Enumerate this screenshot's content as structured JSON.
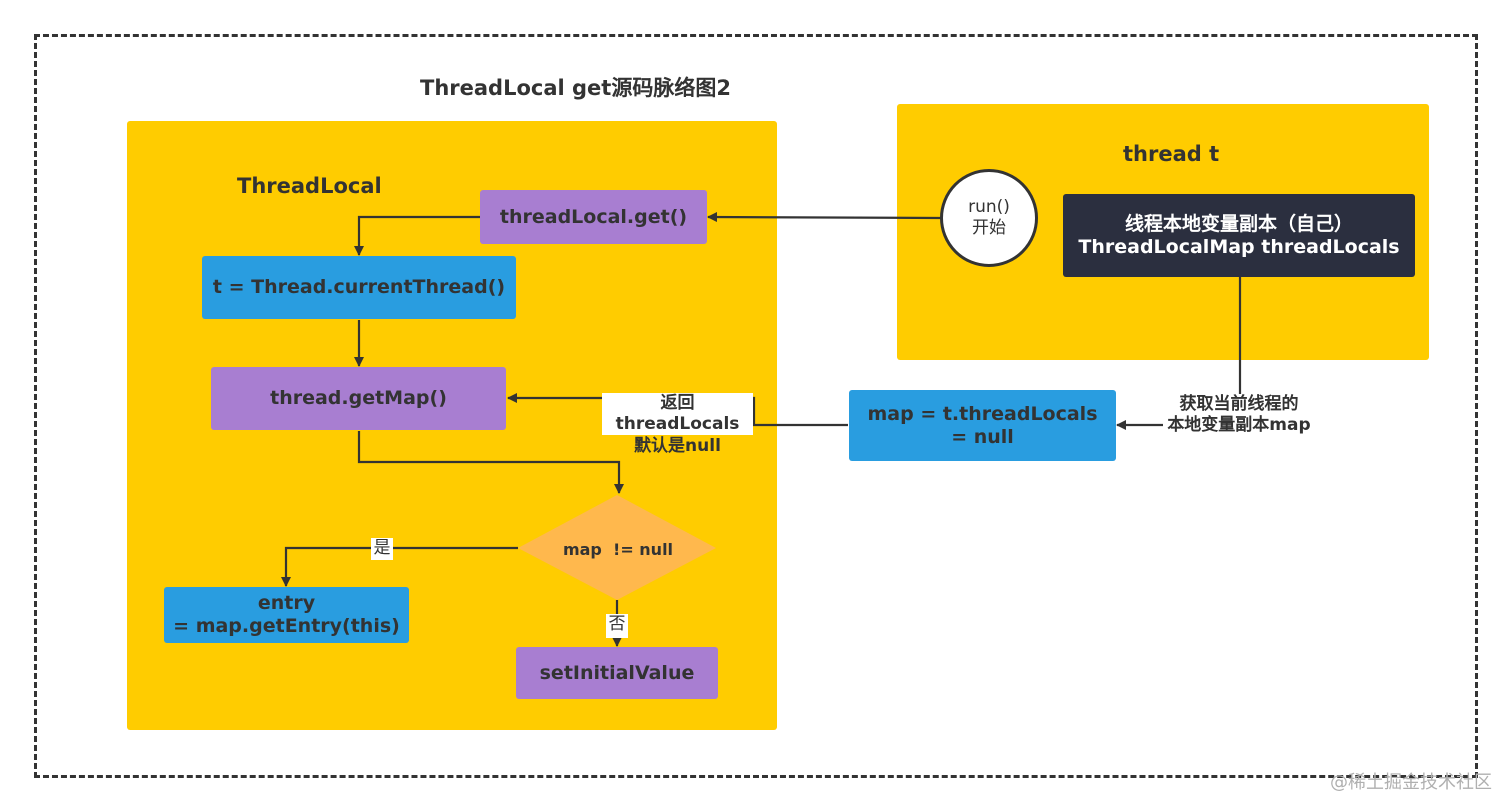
{
  "diagram": {
    "title": "ThreadLocal get源码脉络图2",
    "left_group": {
      "title": "ThreadLocal",
      "nodes": {
        "threadlocal_get": "threadLocal.get()",
        "current_thread": "t = Thread.currentThread()",
        "get_map": "thread.getMap()",
        "decision": "map  != null",
        "get_entry": "entry\n= map.getEntry(this)",
        "set_initial": "setInitialValue"
      }
    },
    "right_group": {
      "title": "thread t",
      "nodes": {
        "run_start": "run()\n开始",
        "thread_locals": "线程本地变量副本（自己）\nThreadLocalMap threadLocals"
      }
    },
    "map_node": "map = t.threadLocals\n= null",
    "edge_labels": {
      "return_locals": "返回threadLocals\n默认是null",
      "get_copy": "获取当前线程的\n本地变量副本map",
      "yes": "是",
      "no": "否"
    },
    "colors": {
      "panel": "#ffcc00",
      "purple": "#a87ed1",
      "blue": "#299de0",
      "dark": "#2b2f3f",
      "decision": "#ffb84d",
      "line": "#333333"
    }
  },
  "watermark": "@稀土掘金技术社区"
}
